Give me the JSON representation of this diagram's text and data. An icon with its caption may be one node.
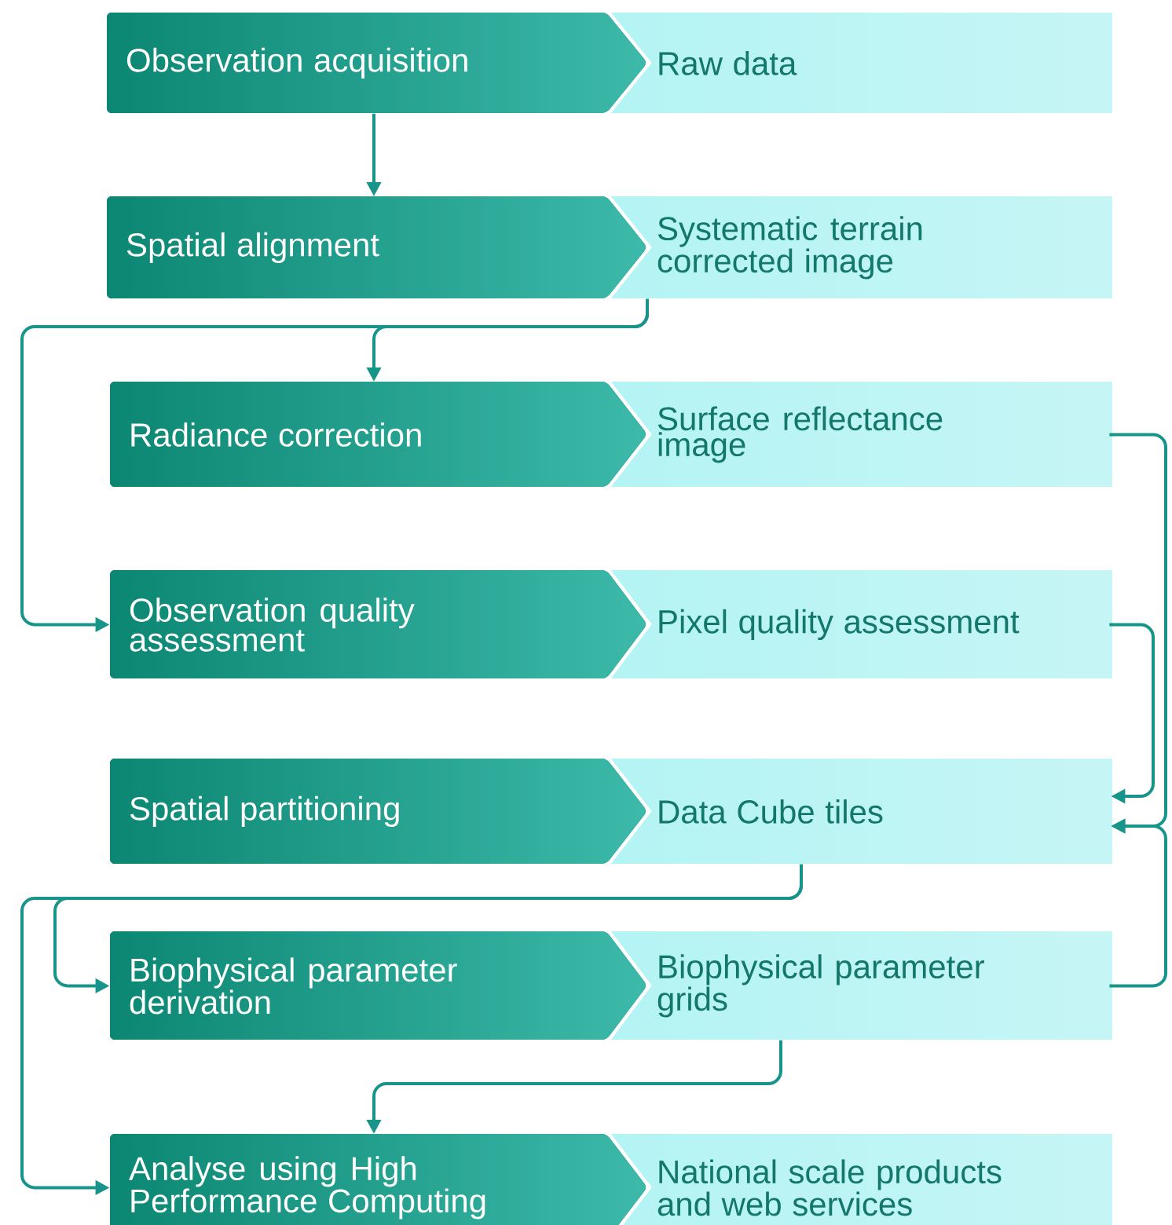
{
  "diagram": {
    "nodes": [
      {
        "text": [
          "Observation acquisition"
        ]
      },
      {
        "text": [
          "Raw data"
        ]
      },
      {
        "text": [
          "Spatial alignment"
        ]
      },
      {
        "text": [
          "Systematic terrain corrected image"
        ]
      },
      {
        "text": [
          "Radiance correction"
        ]
      },
      {
        "text": [
          "Surface reflectance image"
        ]
      },
      {
        "text": [
          "Observation quality assessment"
        ]
      },
      {
        "text": [
          "Pixel quality assessment"
        ]
      },
      {
        "text": [
          "Spatial partitioning"
        ]
      },
      {
        "text": [
          "Data Cube tiles"
        ]
      },
      {
        "text": [
          "Biophysical parameter derivation"
        ]
      },
      {
        "text": [
          "Biophysical parameter grids"
        ]
      },
      {
        "text": [
          "Analyse using High Performance Computing"
        ]
      },
      {
        "text": [
          "National scale products and web services"
        ]
      }
    ],
    "edges": [
      {
        "from": 0,
        "to": 2,
        "arrow": "to"
      },
      {
        "from": 3,
        "to": 4,
        "arrow": "to"
      },
      {
        "from": 3,
        "to": 6,
        "arrow": "to"
      },
      {
        "from": 5,
        "to": 9,
        "arrow": "to"
      },
      {
        "from": 7,
        "to": 9,
        "arrow": "to"
      },
      {
        "from": 9,
        "to": 10,
        "arrow": "to"
      },
      {
        "from": 9,
        "to": 12,
        "arrow": "to"
      },
      {
        "from": 11,
        "to": 12,
        "arrow": "to"
      },
      {
        "from": 11,
        "to": 9,
        "arrow": "to"
      }
    ]
  }
}
